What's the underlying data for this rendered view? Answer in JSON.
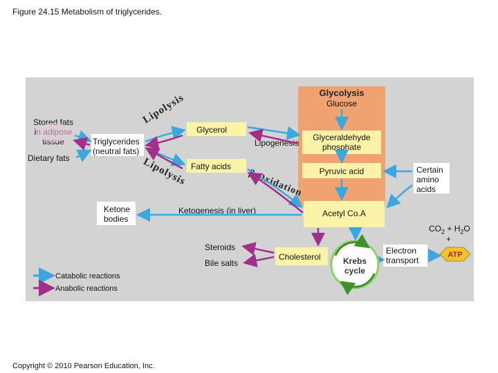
{
  "title": "Figure 24.15 Metabolism of triglycerides.",
  "copyright": "Copyright © 2010 Pearson Education, Inc.",
  "nodes": {
    "stored_fats": "Stored fats in adipose tissue",
    "dietary_fats": "Dietary fats",
    "triglycerides": "Triglycerides (neutral fats)",
    "glycerol": "Glycerol",
    "fatty_acids": "Fatty acids",
    "ketone_bodies": "Ketone bodies",
    "glycolysis": "Glycolysis",
    "glucose": "Glucose",
    "glyceraldehyde": "Glyceraldehyde phosphate",
    "pyruvic_acid": "Pyruvic acid",
    "acetyl_coa": "Acetyl Co.A",
    "amino_acids": "Certain amino acids",
    "steroids": "Steroids",
    "bile_salts": "Bile salts",
    "cholesterol": "Cholesterol",
    "krebs": "Krebs cycle",
    "electron_transport": "Electron transport",
    "atp": "ATP",
    "co2_h2o_plus": "+"
  },
  "process_labels": {
    "lipolysis_top": "Lipolysis",
    "lipolysis_bottom": "Lipolysis",
    "lipogenesis": "Lipogenesis",
    "beta_oxidation": "β Oxidation",
    "ketogenesis": "Ketogenesis (in liver)"
  },
  "legend": {
    "catabolic": "Catabolic reactions",
    "anabolic": "Anabolic reactions"
  },
  "colors": {
    "panel": "#d3d3d3",
    "yellow_box": "#fbf3a8",
    "glycolysis_box": "#f0a371",
    "catabolic_arrow": "#3aa7e0",
    "anabolic_arrow": "#a0308a",
    "krebs_circle": "#6fbf4a",
    "atp_fill": "#f2c230"
  }
}
